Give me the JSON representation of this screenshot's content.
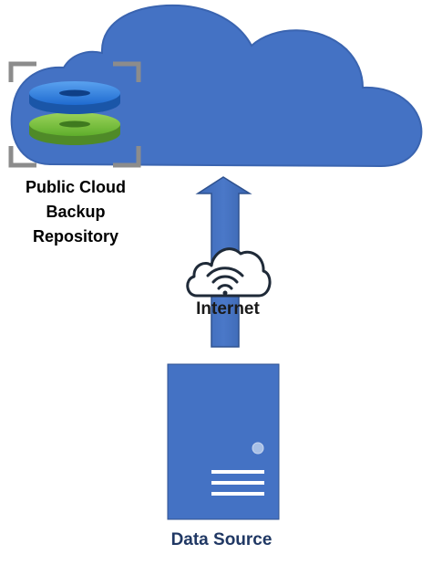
{
  "diagram": {
    "repository_label_lines": [
      "Public Cloud",
      "Backup",
      "Repository"
    ],
    "internet_label": "Internet",
    "source_label": "Data Source"
  },
  "colors": {
    "cloud_fill": "#4472c4",
    "cloud_stroke": "#3a64b0",
    "arrow_fill": "#4472c4",
    "arrow_stroke": "#2f528f",
    "server_fill": "#4472c4",
    "source_label": "#203864",
    "disk_blue": "#2e75d6",
    "disk_green": "#70ad47",
    "bracket_gray": "#8c8c8c",
    "wifi_cloud_stroke": "#1f2a38",
    "label_text": "#000000"
  },
  "icons": {
    "repository": "stacked-disks-icon",
    "network": "wifi-cloud-icon",
    "source": "server-icon"
  }
}
